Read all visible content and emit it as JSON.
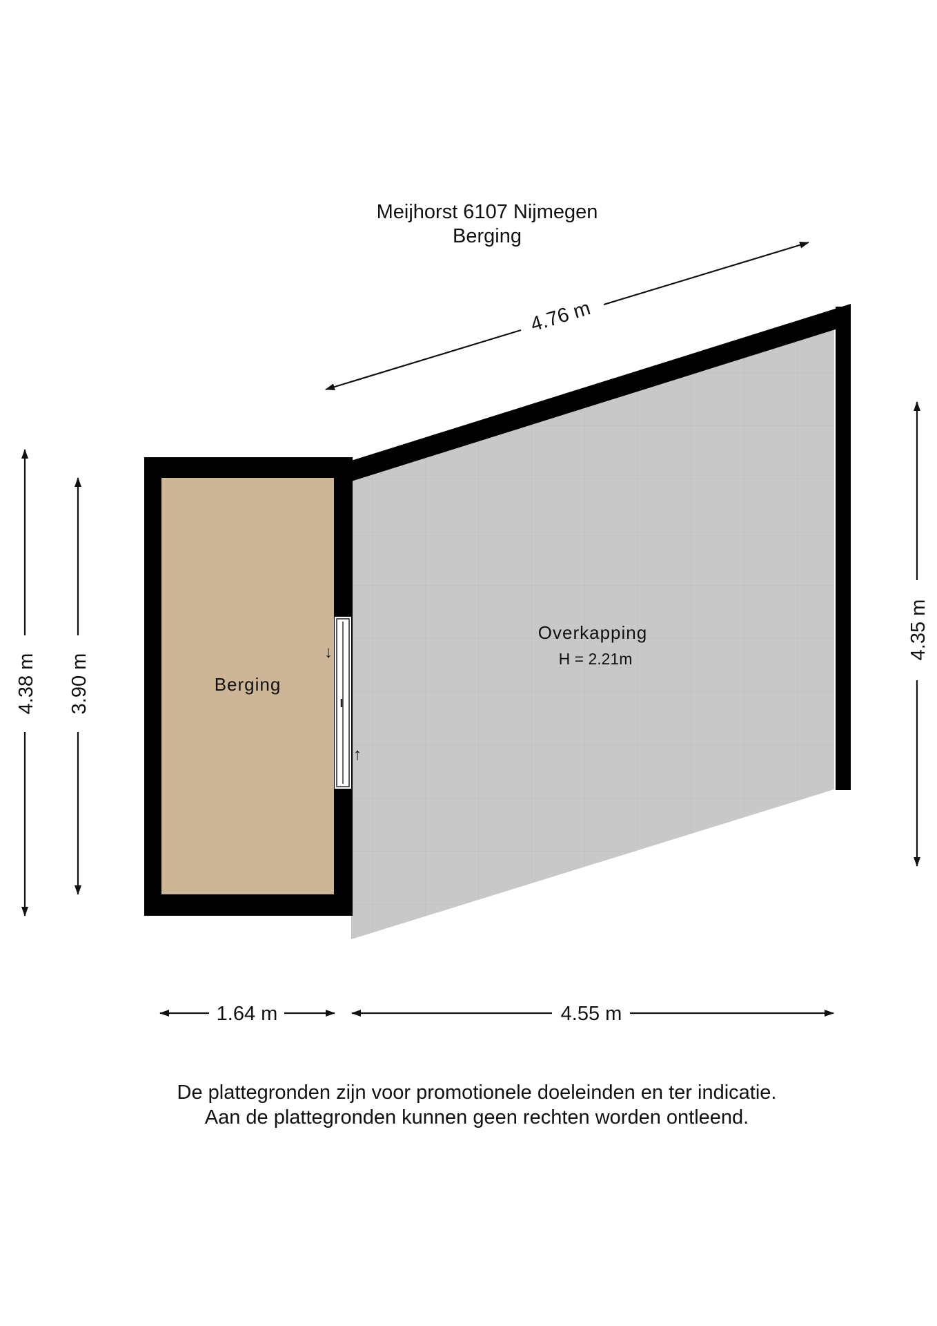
{
  "header": {
    "address": "Meijhorst 6107 Nijmegen",
    "floor": "Berging"
  },
  "rooms": {
    "berging": {
      "label": "Berging",
      "fill": "#cdb597"
    },
    "overkapping": {
      "label": "Overkapping",
      "height": "H = 2.21m",
      "fill": "#c9c9c9"
    }
  },
  "dimensions": {
    "top_diagonal": "4.76 m",
    "left_outer": "4.38 m",
    "left_inner": "3.90 m",
    "right": "4.35 m",
    "bottom_left": "1.64 m",
    "bottom_right": "4.55 m"
  },
  "door_arrows": {
    "down": "↓",
    "up": "↑"
  },
  "disclaimer": {
    "line1": "De plattegronden zijn voor promotionele doeleinden en ter indicatie.",
    "line2": "Aan de plattegronden kunnen geen rechten worden ontleend."
  },
  "colors": {
    "wall": "#000000",
    "background": "#ffffff"
  }
}
